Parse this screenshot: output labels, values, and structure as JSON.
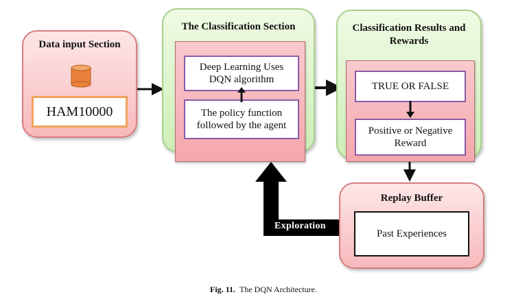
{
  "sections": {
    "data_input": {
      "title": "Data input Section",
      "dataset": "HAM10000"
    },
    "classification": {
      "title": "The Classification Section",
      "box_top": "Deep Learning Uses DQN algorithm",
      "box_bottom": "The policy function followed by the agent"
    },
    "results": {
      "title": "Classification Results and Rewards",
      "box_top": "TRUE OR FALSE",
      "box_bottom": "Positive or Negative Reward"
    },
    "replay": {
      "title": "Replay Buffer",
      "box": "Past Experiences"
    }
  },
  "exploration_label": "Exploration",
  "caption": {
    "label": "Fig. 11.",
    "text": "The DQN Architecture."
  },
  "icons": [
    "database-icon"
  ],
  "colors": {
    "red_card": "#f7b9bb",
    "green_card": "#cdeeb7",
    "purple_border": "#8a5aa8",
    "orange_border": "#f0a25a",
    "database": "#e8823a"
  }
}
